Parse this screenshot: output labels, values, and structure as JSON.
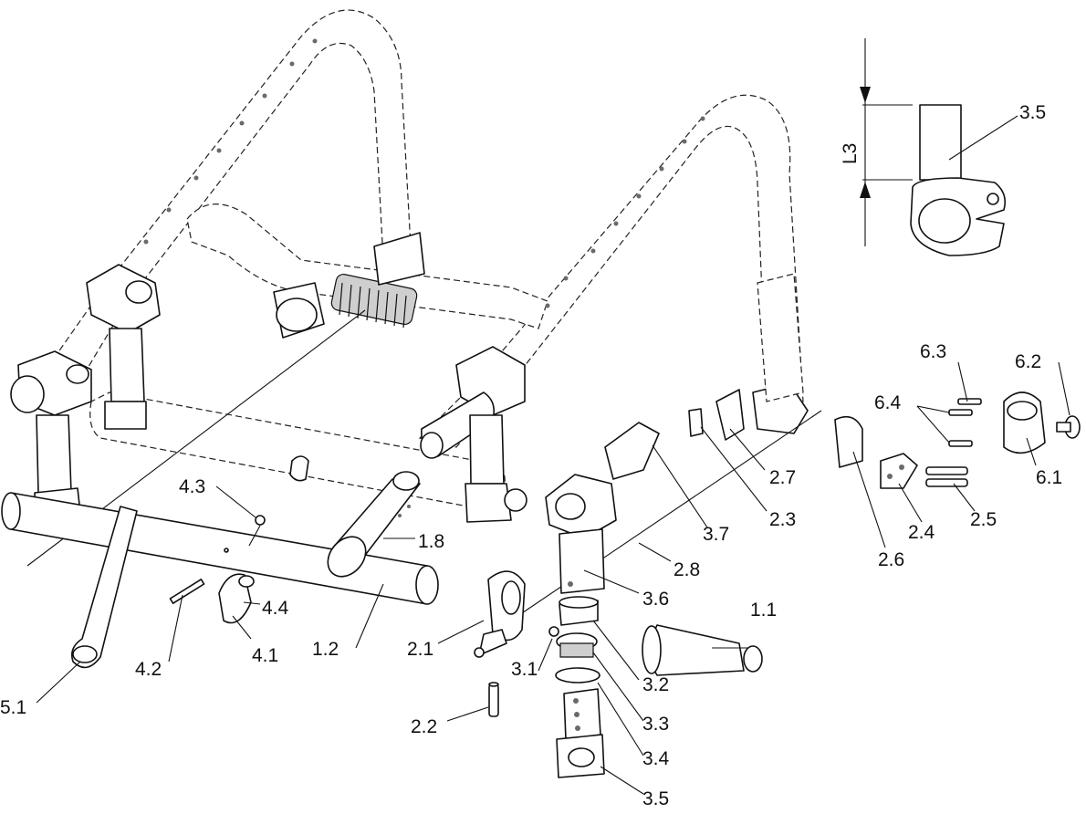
{
  "diagram": {
    "callouts": {
      "c1_1": "1.1",
      "c1_2": "1.2",
      "c1_8": "1.8",
      "c2_1": "2.1",
      "c2_2": "2.2",
      "c2_3": "2.3",
      "c2_4": "2.4",
      "c2_5": "2.5",
      "c2_6": "2.6",
      "c2_7": "2.7",
      "c2_8": "2.8",
      "c3_1": "3.1",
      "c3_2": "3.2",
      "c3_3": "3.3",
      "c3_4": "3.4",
      "c3_5": "3.5",
      "c3_6": "3.6",
      "c3_7": "3.7",
      "c4_1": "4.1",
      "c4_2": "4.2",
      "c4_3": "4.3",
      "c4_4": "4.4",
      "c5_1": "5.1",
      "c6_1": "6.1",
      "c6_2": "6.2",
      "c6_3": "6.3",
      "c6_4": "6.4"
    },
    "detail": {
      "part_label": "3.5",
      "dimension_label": "L3"
    }
  }
}
